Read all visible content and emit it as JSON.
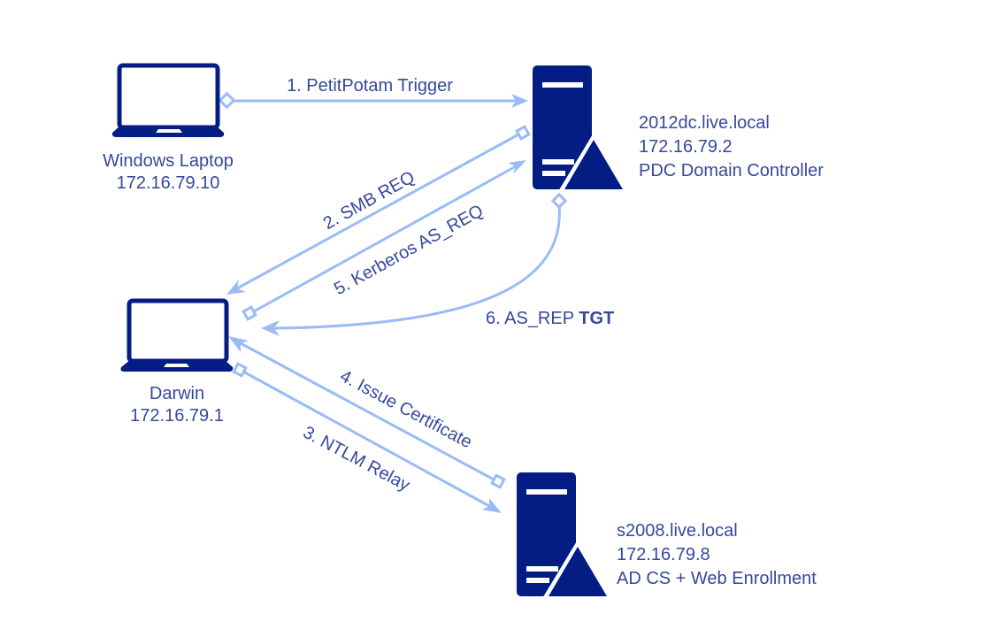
{
  "colors": {
    "icon": "#031d84",
    "text": "#34499a",
    "edge": "#9abbf7",
    "background": "#ffffff"
  },
  "nodes": {
    "windows_laptop": {
      "icon": "laptop-icon",
      "lines": [
        "Windows Laptop",
        "172.16.79.10"
      ]
    },
    "darwin": {
      "icon": "laptop-icon",
      "lines": [
        "Darwin",
        "172.16.79.1"
      ]
    },
    "dc": {
      "icon": "server-icon",
      "lines": [
        "2012dc.live.local",
        "172.16.79.2",
        "PDC Domain Controller"
      ]
    },
    "adcs": {
      "icon": "server-icon",
      "lines": [
        "s2008.live.local",
        "172.16.79.8",
        "AD CS + Web Enrollment"
      ]
    }
  },
  "edges": [
    {
      "id": "e1",
      "label": "1. PetitPotam Trigger",
      "from": "Windows Laptop",
      "to": "2012dc.live.local"
    },
    {
      "id": "e2",
      "label": "2. SMB REQ",
      "from": "2012dc.live.local",
      "to": "Darwin"
    },
    {
      "id": "e3",
      "label": "3. NTLM Relay",
      "from": "Darwin",
      "to": "s2008.live.local"
    },
    {
      "id": "e4",
      "label": "4. Issue Certificate",
      "from": "s2008.live.local",
      "to": "Darwin"
    },
    {
      "id": "e5",
      "label": "5. Kerberos AS_REQ",
      "from": "Darwin",
      "to": "2012dc.live.local"
    },
    {
      "id": "e6",
      "label_plain": "6. AS_REP ",
      "label_bold": "TGT",
      "from": "2012dc.live.local",
      "to": "Darwin"
    }
  ]
}
